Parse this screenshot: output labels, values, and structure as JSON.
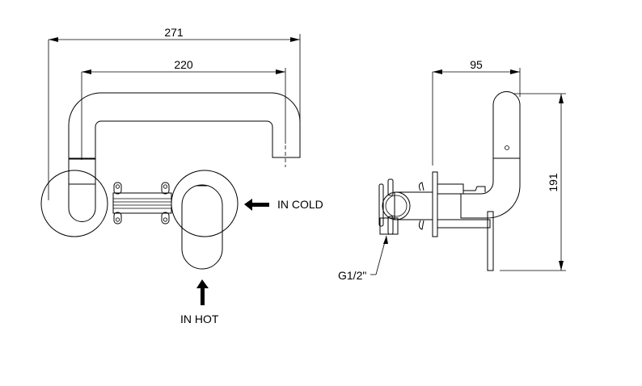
{
  "front_view": {
    "dim_overall_width": "271",
    "dim_spout_reach": "220",
    "label_cold_inlet": "IN COLD",
    "label_hot_inlet": "IN HOT"
  },
  "side_view": {
    "dim_projection": "95",
    "dim_height": "191",
    "label_thread": "G1/2\""
  }
}
